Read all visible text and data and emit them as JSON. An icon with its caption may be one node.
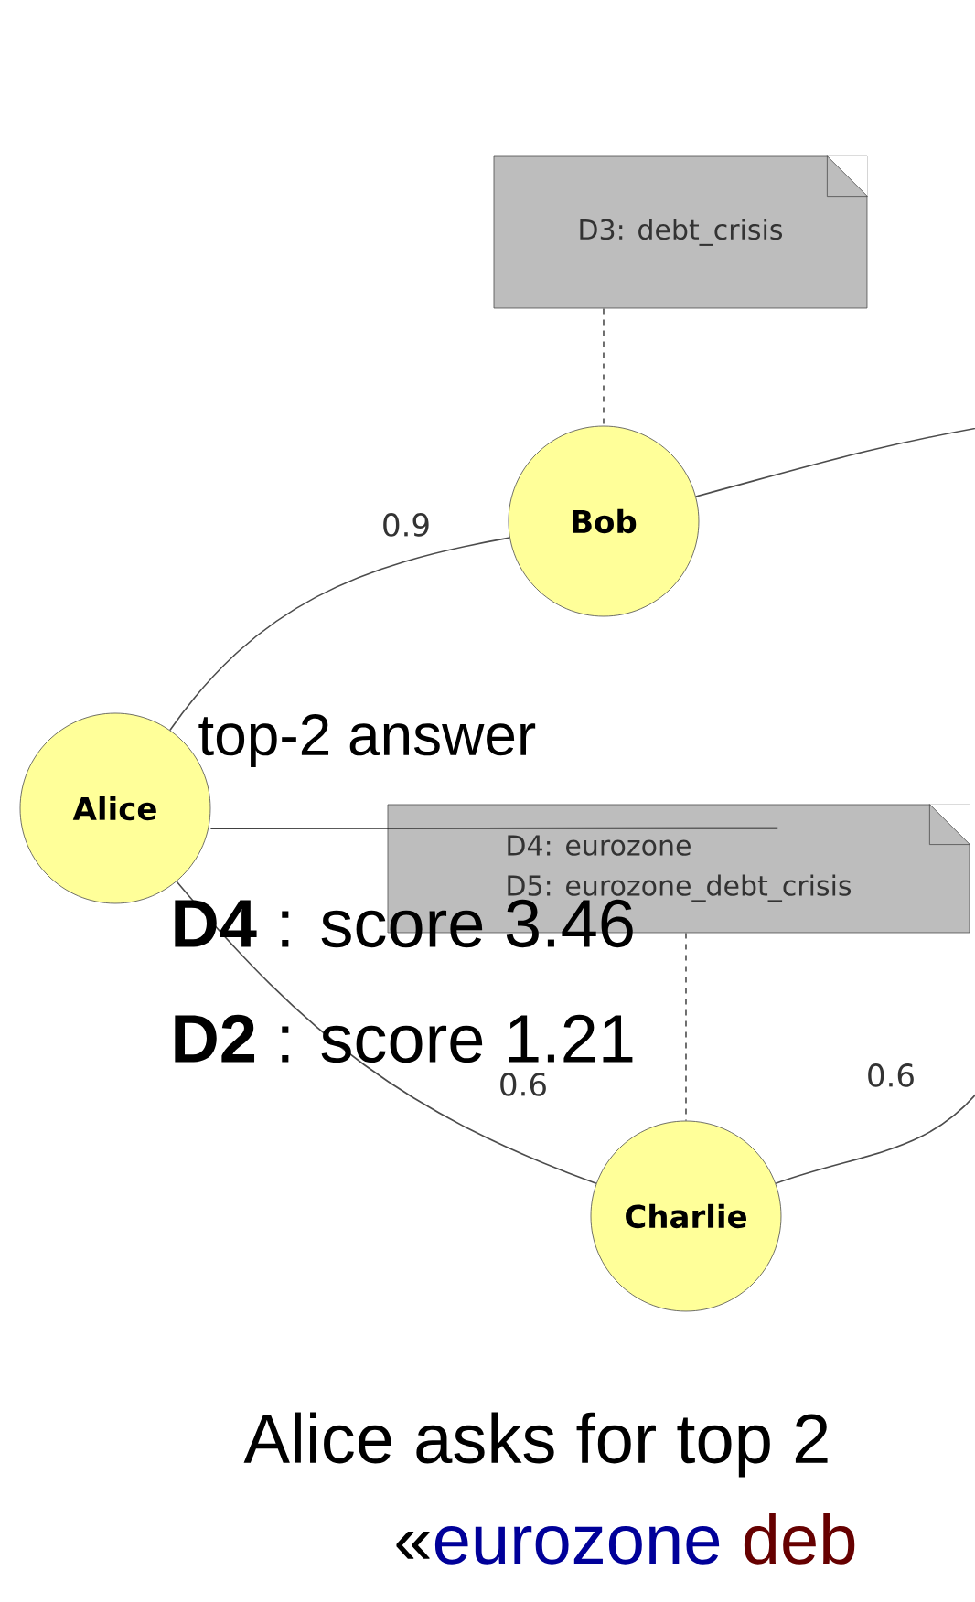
{
  "diagram": {
    "nodes": [
      {
        "text": [
          "D3: debt_crisis"
        ]
      },
      {
        "text": [
          "Bob"
        ]
      },
      {
        "text": [
          "Alice"
        ]
      },
      {
        "text": [
          "D4: eurozone",
          "D5: eurozone_debt_crisis"
        ]
      },
      {
        "text": [
          "Charlie"
        ]
      }
    ],
    "edges": [
      {
        "from": 2,
        "to": 1,
        "arrow": "none",
        "label": "0.9"
      },
      {
        "from": 2,
        "to": 4,
        "arrow": "none",
        "label": "0.6"
      },
      {
        "from": 1,
        "to": null,
        "arrow": "none"
      },
      {
        "from": 4,
        "to": null,
        "arrow": "none",
        "label": "0.6"
      },
      {
        "from": 0,
        "to": 1,
        "arrow": "none",
        "style": "dashed"
      },
      {
        "from": 3,
        "to": 4,
        "arrow": "none",
        "style": "dashed"
      },
      {
        "from": 2,
        "to": 3,
        "arrow": "none",
        "color": "#000000"
      }
    ],
    "labels": [
      "top-2 answer",
      "**D4** : score 3.46",
      "**D2** : score 1.21",
      "Alice asks for top 2",
      "«",
      "eurozone",
      "deb"
    ]
  }
}
